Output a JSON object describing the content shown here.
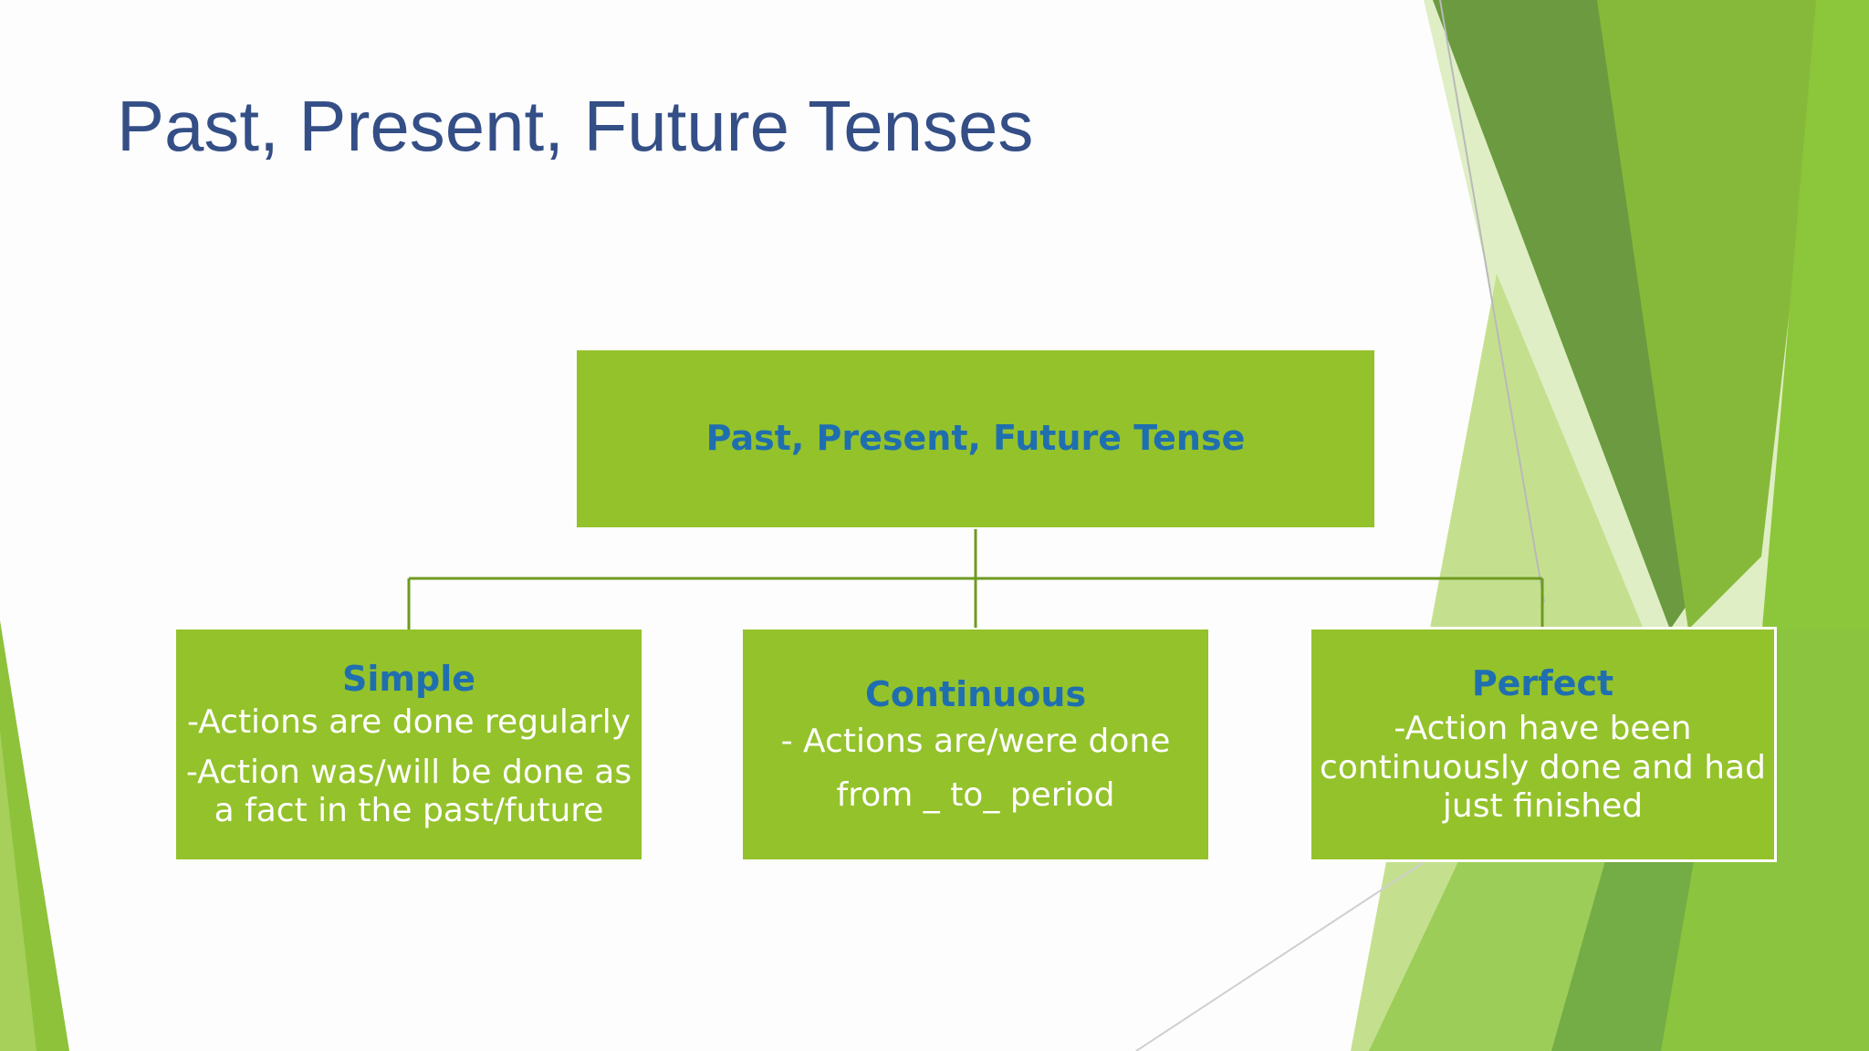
{
  "slide": {
    "title": "Past, Present, Future Tenses"
  },
  "diagram": {
    "root": {
      "label": "Past, Present, Future Tense"
    },
    "children": [
      {
        "heading": "Simple",
        "lines": [
          "-Actions are done regularly",
          "-Action was/will be done as\na fact in the past/future"
        ]
      },
      {
        "heading": "Continuous",
        "lines": [
          "- Actions are/were done",
          "from _ to_ period"
        ]
      },
      {
        "heading": "Perfect",
        "lines": [
          "-Action have been\ncontinuously done and had\njust finished"
        ]
      }
    ]
  },
  "colors": {
    "title": "#344e86",
    "box_fill": "#94c22b",
    "box_heading": "#1f6fb0",
    "box_text": "#ffffff",
    "connector": "#6f9a22",
    "accent_dark": "#6a9a3c",
    "accent_light": "#8dc23a"
  }
}
